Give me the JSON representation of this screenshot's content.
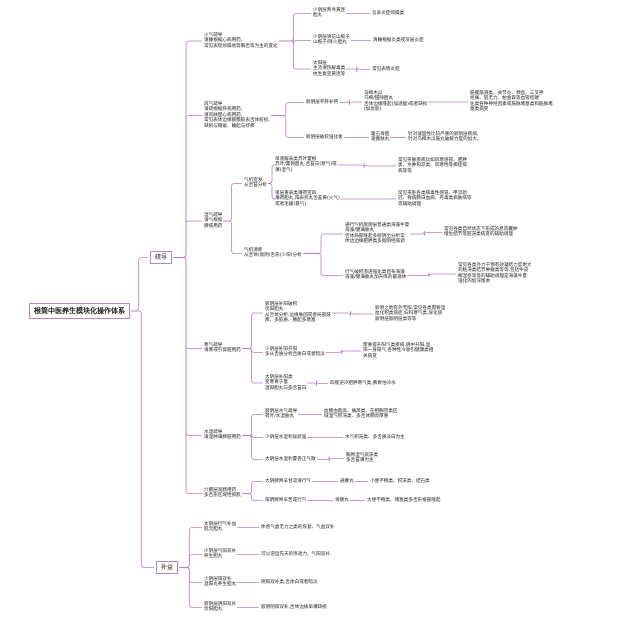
{
  "colors": {
    "link": "#b47fcb",
    "box_border": "#b089c6"
  },
  "nodes": {
    "root": {
      "lines": [
        "根筒中医养生模块化操作体系"
      ]
    },
    "shudao": {
      "lines": [
        "疏导"
      ]
    },
    "buyi": {
      "lines": [
        "补益"
      ]
    },
    "huoqi": {
      "lines": [
        "火气疏导",
        "请睡根据心病用药,",
        "常见表现烦躁易等胸舌等为主的变化"
      ]
    },
    "hq1": {
      "lines": [
        "少阴层青寻黄连",
        "胆丸"
      ]
    },
    "hq1a": {
      "lines": [
        "吾表炎症烦躁类"
      ]
    },
    "hq2": {
      "lines": [
        "少阴层清花山栀子",
        "山栀子/降火胆丸"
      ]
    },
    "hq2a": {
      "lines": [
        "清睡根据炎类夜深层炎症"
      ]
    },
    "hq3": {
      "lines": [
        "太阳层",
        "主流清热解毒类",
        "抗生素宣黄连等"
      ]
    },
    "hq3a": {
      "lines": [
        "常见表情炎症"
      ]
    },
    "fengqi": {
      "lines": [
        "风气疏导",
        "请疏根据肝病用药,",
        "请风肤胆心病用药,",
        "常见表体边缘额都胶表舌体胶损,",
        "缺损与鞘痠、睡起与虾痹"
      ]
    },
    "fq1": {
      "lines": [
        "厥阴层平肝补钙"
      ]
    },
    "fq1a": {
      "lines": [
        "马梅木瓜",
        "乌梅/甜除胆丸",
        "舌体边缘隆起(加消瘦)或者缺损",
        "(加优胶)"
      ]
    },
    "fq1b": {
      "lines": [
        "筋膜筋滑类、关节炎、颈直、三叉神",
        "经痛、肌无力、帕金森等血管结硬",
        "化类各种神经因素或筋脉堵塞类和筋脉堵",
        "塞类病变"
      ]
    },
    "fq2": {
      "lines": [
        "厥阴层破软强化板"
      ]
    },
    "fq2a": {
      "lines": [
        "暖石骨胆",
        "速搬肤丸"
      ]
    },
    "fq2b": {
      "lines": [
        "针对凝固性比较严重的厥阴层疾病,",
        "针对乌梅木瓜筋丸破解力度的加大。"
      ]
    },
    "shiqi": {
      "lines": [
        "湿气疏导",
        "请气根据",
        "脾病用药"
      ]
    },
    "sq1": {
      "lines": [
        "气机宣发",
        "从舌苔分析"
      ]
    },
    "sq1a": {
      "lines": [
        "单液解表类苏叶藿根",
        "苏叶/藿佩胆丸,舌苔白(寒气)或",
        "薄(湿气)"
      ]
    },
    "sq1a2": {
      "lines": [
        "常见夹脉疾病比如风寒感冒、肥胖",
        "类、水肿和凉类、风寒性等痹症病",
        "病等等"
      ]
    },
    "sq1b": {
      "lines": [
        "单层重表类薄荷宣四",
        "薄荷胆丸,阳表旁丸舌苔黄(火气)",
        "或者毛瘤(暴气)"
      ]
    },
    "sq1b2": {
      "lines": [
        "常见夹卧各类病毒性感冒、甲流新",
        "冠、骨病肺白血病、丹毒类病肤病等",
        "等辅助调理"
      ]
    },
    "sq2": {
      "lines": [
        "气机清降",
        "从舌体(厥阴)舌形(少阳)分析"
      ]
    },
    "sq2a": {
      "lines": [
        "通行气机厥阴层普通类海藻牛夏",
        "海藻/健满肤丸",
        "舌体局部隆起多厥阴出分析常",
        "体边边缘肥胖类多厥阴经病调"
      ]
    },
    "sq2a2": {
      "lines": [
        "常见各类自然状态下形成的息肉囊肿",
        "增生结节等脏滞类病变的辅助调理"
      ]
    },
    "sq2b": {
      "lines": [
        "行气破积渗透强化类昆布海藻",
        "海藻/健满肤丸加升降的最滋体"
      ]
    },
    "sq2b2": {
      "lines": [
        "常见各类外力干预有效凝结力度更大",
        "的粘滞类结节肿瘤类等等,包括牛皮",
        "癣湿疹等等的辅助调理是海藻牛夏",
        "强化的加深版本"
      ]
    },
    "hanqi": {
      "lines": [
        "寒气疏导",
        "请寒或引肾脏用药"
      ]
    },
    "hn1": {
      "lines": [
        "厥阴层补阳破积",
        "伏阳胆丸",
        "从舌体分析,边缘肤固或者局部鼓",
        "痹、多胶质、腰起多堵塞"
      ]
    },
    "hn1a": {
      "lines": [
        "厥阴之地有外无阳,常见各类需要温",
        "血化积类病症,妇科寒气类,尿化痰",
        "厥阴层厥阴层类等等"
      ]
    },
    "hn2": {
      "lines": [
        "少阴层补阳开阳",
        "多从舌质分析舌质白或者暗淡"
      ]
    },
    "hn2a": {
      "lines": [
        "需要提升阳气类疾病,阴中升阳,温",
        "阳一身阳气,各种性冷收引健康类相",
        "关病变"
      ]
    },
    "hn3": {
      "lines": [
        "太阴层补阳类",
        "变寒胃于量",
        "温阳胆丸与多舌苔白"
      ]
    },
    "hn3a": {
      "lines": [
        "四肢逆冷肥胖寒气类,脾胃怕冷水"
      ]
    },
    "shuishi": {
      "lines": [
        "水湿疏导",
        "请湿肿满脾脏用药"
      ]
    },
    "ss1": {
      "lines": [
        "厥阴层水气疏导",
        "荷叶/水湿肤丸"
      ]
    },
    "ss1a": {
      "lines": [
        "血糖血脂高、痛风类、在相胸宗类区",
        "域湿气积滞类、多舌体肺亮厚重"
      ]
    },
    "ss2": {
      "lines": [
        "少阴层水湿利尿武强"
      ]
    },
    "ss2a": {
      "lines": [
        "水气积滞类、多舌质淡白为主"
      ]
    },
    "ss3": {
      "lines": [
        "太阴层水湿利藿香正气散"
      ]
    },
    "ss3a": {
      "lines": [
        "胸胃湿气痰滞类",
        "多舌苔薄为主"
      ]
    },
    "liufu": {
      "lines": [
        "六腑层润肠用药",
        "多舌形区域性瘀肌"
      ]
    },
    "lf1": {
      "lines": [
        "太阴脾胃辛甘凉滑行气"
      ]
    },
    "lf1a": {
      "lines": [
        "通脾丸"
      ]
    },
    "lf1b": {
      "lines": [
        "小便不畅类、积滞类、结石类"
      ]
    },
    "lf2": {
      "lines": [
        "阳明脾胃辛苦咸行气"
      ]
    },
    "lf2a": {
      "lines": [
        "滑肠丸"
      ]
    },
    "lf2b": {
      "lines": [
        "大便不畅类、堵塞类多舌形根部隆起"
      ]
    },
    "by1": {
      "lines": [
        "太阴层行气补血",
        "肌元胆丸"
      ]
    },
    "by1a": {
      "lines": [
        "体感气虚无力之类的恢复、气血双补"
      ]
    },
    "by2": {
      "lines": [
        "少阴层气阳双补",
        "养生胆丸"
      ]
    },
    "by2a": {
      "lines": [
        "可以逆运先天的涤透力、气阳双补"
      ]
    },
    "by3": {
      "lines": [
        "少阴层阳双补",
        "温阳丸养生胆丸"
      ]
    },
    "by3a": {
      "lines": [
        "阴阳双补类,舌体白或者暗淡"
      ]
    },
    "by4": {
      "lines": [
        "厥阴层阴阳双补",
        "伏阳胆丸"
      ]
    },
    "by4a": {
      "lines": [
        "厥阴阴阳双补,舌体边缘单薄缺损"
      ]
    }
  }
}
